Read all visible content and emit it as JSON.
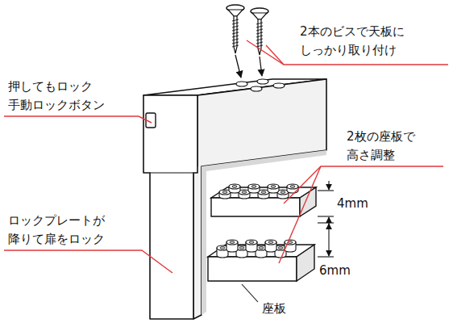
{
  "diagram": {
    "labels": [
      "2本のビスで天板に しっかり取り付け",
      "押してもロック 手動ロックボタン",
      "2枚の座板で 高さ調整",
      "4mm",
      "ロックプレートが 降りて扉をロック",
      "6mm",
      "座板"
    ]
  }
}
